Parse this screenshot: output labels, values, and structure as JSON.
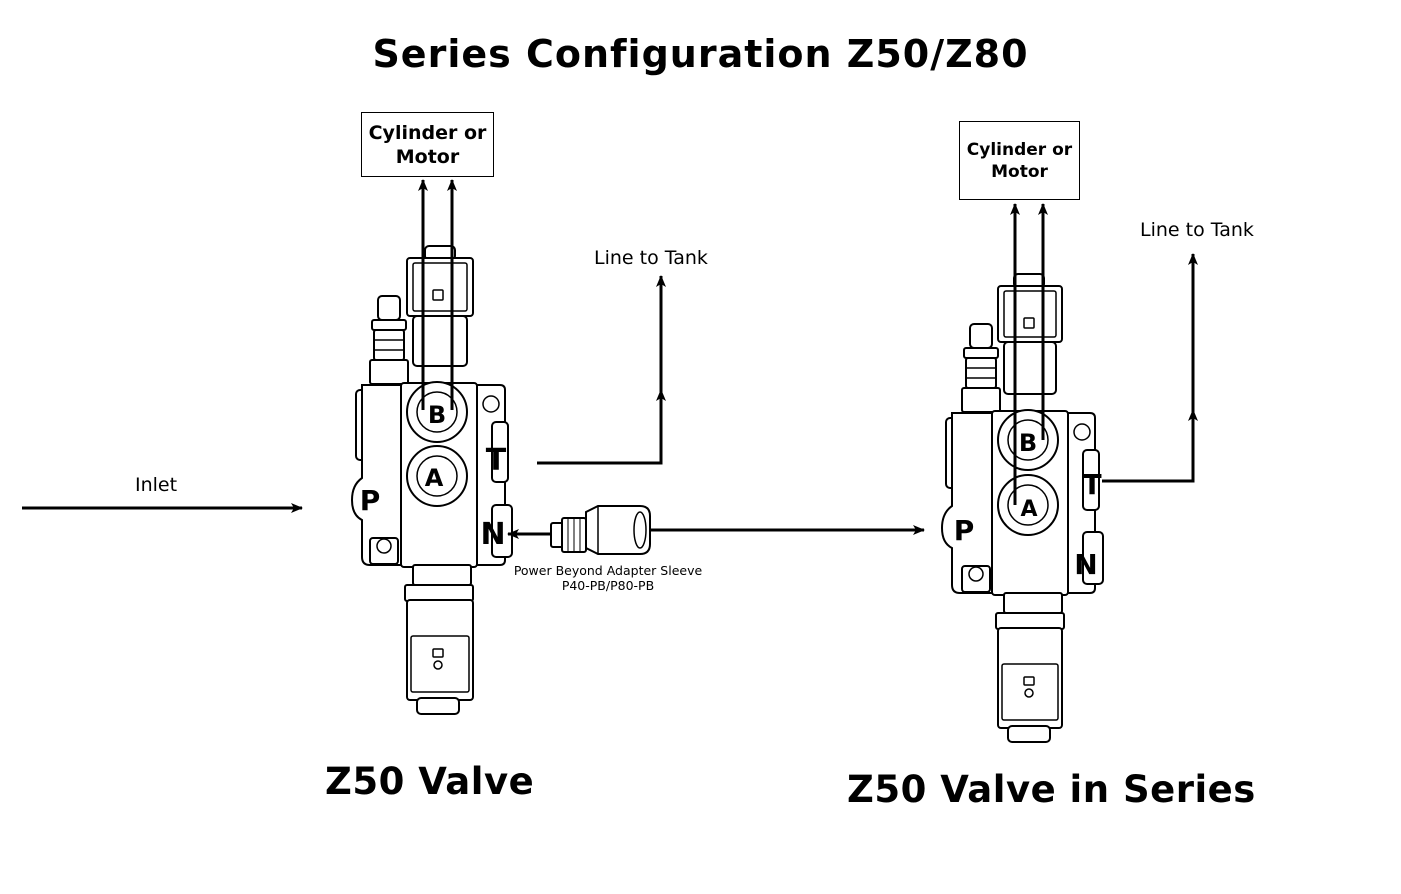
{
  "title": "Series Configuration Z50/Z80",
  "left_valve": {
    "cylinder_box": {
      "line1": "Cylinder or",
      "line2": "Motor"
    },
    "line_to_tank": "Line to Tank",
    "inlet": "Inlet",
    "ports": {
      "b": "B",
      "a": "A",
      "t": "T",
      "p": "P",
      "n": "N"
    },
    "caption": "Z50 Valve"
  },
  "adapter": {
    "line1": "Power Beyond Adapter Sleeve",
    "line2": "P40-PB/P80-PB"
  },
  "right_valve": {
    "cylinder_box": {
      "line1": "Cylinder or",
      "line2": "Motor"
    },
    "line_to_tank": "Line to Tank",
    "ports": {
      "b": "B",
      "a": "A",
      "t": "T",
      "p": "P",
      "n": "N"
    },
    "caption": "Z50 Valve in Series"
  }
}
